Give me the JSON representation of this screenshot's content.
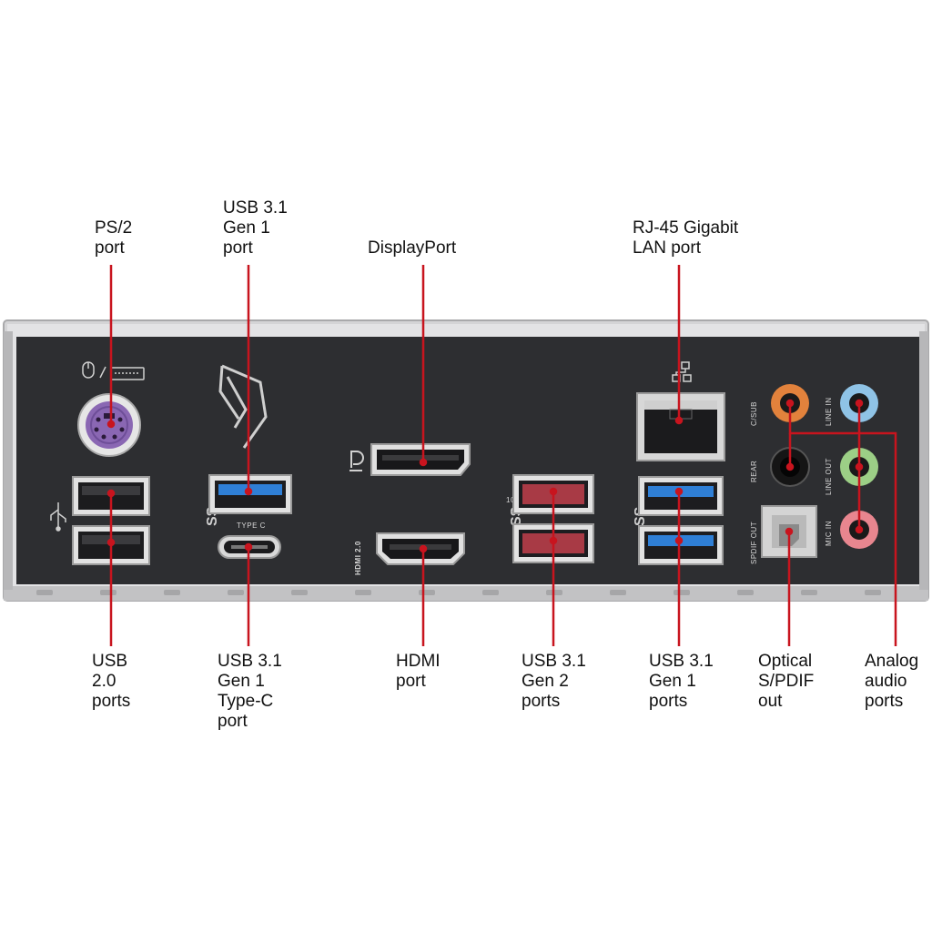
{
  "labels": {
    "ps2": "PS/2\nport",
    "usb31_gen1_top": "USB 3.1\nGen 1\nport",
    "displayport": "DisplayPort",
    "rj45": "RJ-45 Gigabit\nLAN port",
    "usb20": "USB\n2.0\nports",
    "usb31_typec": "USB 3.1\nGen 1\nType-C\nport",
    "hdmi": "HDMI\nport",
    "usb31_gen2": "USB 3.1\nGen 2\nports",
    "usb31_gen1_ports": "USB 3.1\nGen 1\nports",
    "optical": "Optical\nS/PDIF\nout",
    "analog": "Analog\naudio\nports"
  },
  "silkscreen": {
    "type_c": "TYPE C",
    "hdmi_version": "HDMI 2.0",
    "gen2_speed": "10",
    "c_sub": "C/SUB",
    "rear": "REAR",
    "spdif_out": "SPDIF OUT",
    "line_in": "LINE IN",
    "line_out": "LINE OUT",
    "mic_in": "MIC IN"
  },
  "colors": {
    "leader_line": "#c8141e",
    "panel": "#2d2e31",
    "usb3_gen1": "#2f7fd6",
    "usb3_gen2": "#a83a45",
    "ps2": "#8a67b3",
    "c_sub": "#e2823c",
    "line_in": "#8fc3e6",
    "line_out": "#9ccf86",
    "mic_in": "#e8868f"
  }
}
